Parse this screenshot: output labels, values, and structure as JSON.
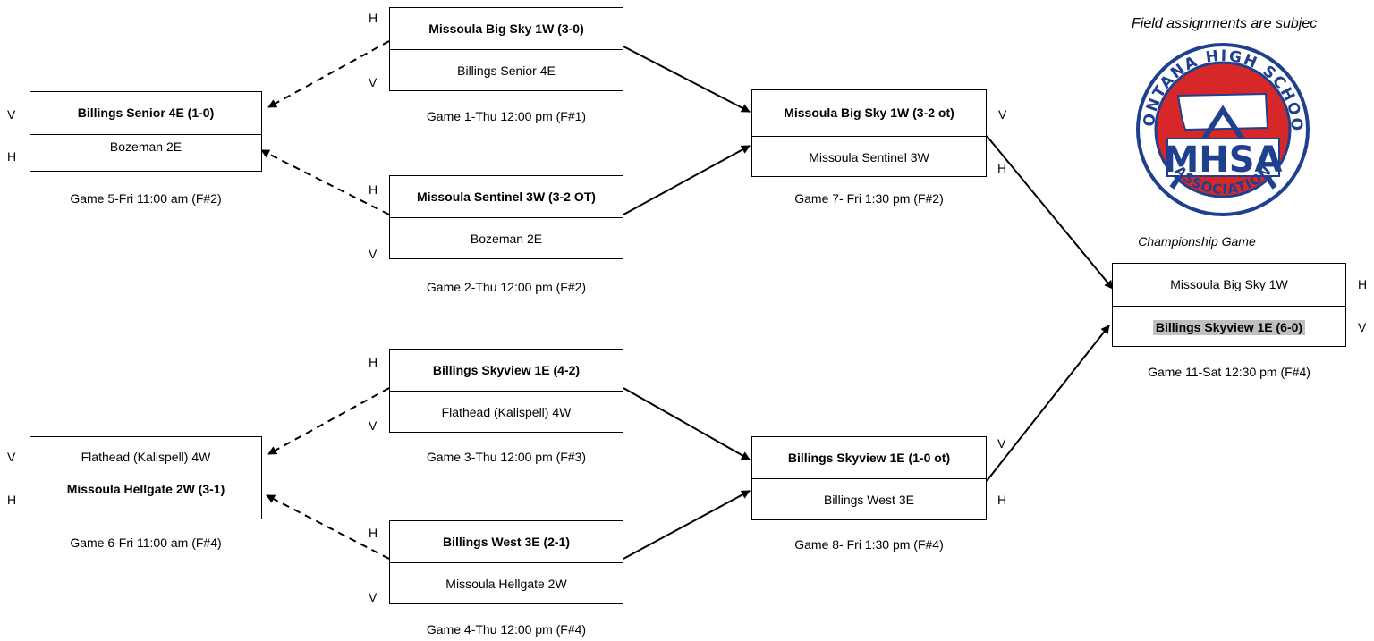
{
  "notice": "Field assignments are subjec",
  "logo": {
    "top_text": "MONTANA HIGH SCHOOL",
    "center_text": "MHSA",
    "bottom_text": "ASSOCIATION"
  },
  "championship_label": "Championship Game",
  "games": {
    "g1": {
      "top": "Missoula Big Sky 1W (3-0)",
      "bottom": "Billings Senior 4E",
      "caption": "Game 1-Thu 12:00 pm (F#1)",
      "top_side": "H",
      "bottom_side": "V"
    },
    "g2": {
      "top": "Missoula Sentinel 3W (3-2 OT)",
      "bottom": "Bozeman 2E",
      "caption": "Game 2-Thu 12:00 pm (F#2)",
      "top_side": "H",
      "bottom_side": "V"
    },
    "g3": {
      "top": "Billings Skyview 1E (4-2)",
      "bottom": "Flathead (Kalispell) 4W",
      "caption": "Game 3-Thu 12:00 pm (F#3)",
      "top_side": "H",
      "bottom_side": "V"
    },
    "g4": {
      "top": "Billings West 3E (2-1)",
      "bottom": "Missoula Hellgate 2W",
      "caption": "Game 4-Thu 12:00 pm (F#4)",
      "top_side": "H",
      "bottom_side": "V"
    },
    "g5": {
      "top": "Billings Senior 4E (1-0)",
      "bottom": "Bozeman 2E",
      "caption": "Game 5-Fri 11:00 am (F#2)",
      "top_side": "V",
      "bottom_side": "H"
    },
    "g6": {
      "top": "Flathead (Kalispell) 4W",
      "bottom": "Missoula Hellgate 2W (3-1)",
      "caption": "Game 6-Fri 11:00 am (F#4)",
      "top_side": "V",
      "bottom_side": "H"
    },
    "g7": {
      "top": "Missoula Big Sky 1W (3-2 ot)",
      "bottom": "Missoula Sentinel 3W",
      "caption": "Game 7- Fri 1:30 pm (F#2)",
      "top_side": "V",
      "bottom_side": "H"
    },
    "g8": {
      "top": "Billings Skyview 1E (1-0 ot)",
      "bottom": "Billings West 3E",
      "caption": "Game 8- Fri 1:30 pm (F#4)",
      "top_side": "V",
      "bottom_side": "H"
    },
    "g11": {
      "top": "Missoula Big Sky 1W",
      "bottom": "Billings Skyview 1E (6-0)",
      "caption": "Game 11-Sat 12:30 pm (F#4)",
      "top_side": "H",
      "bottom_side": "V"
    }
  }
}
